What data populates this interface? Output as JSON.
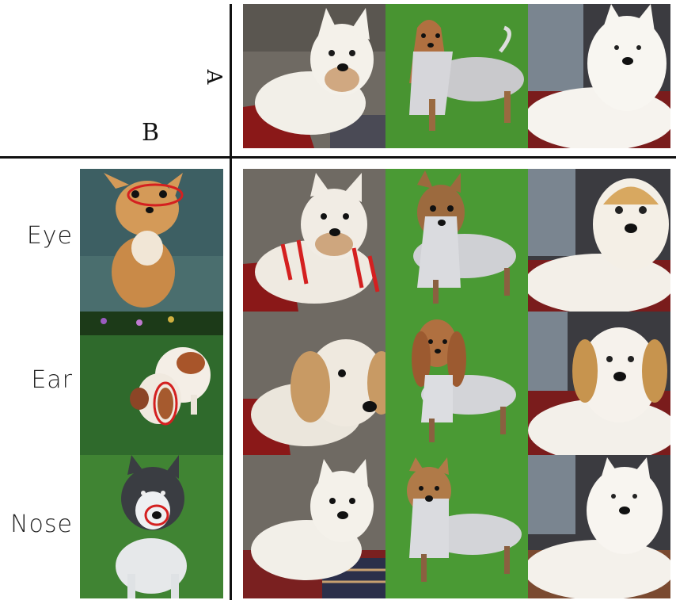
{
  "axis_labels": {
    "column_axis": "A",
    "row_axis": "B"
  },
  "rows": [
    {
      "label": "Eye",
      "marker": "eye"
    },
    {
      "label": "Ear",
      "marker": "ear"
    },
    {
      "label": "Nose",
      "marker": "nose"
    }
  ],
  "colors": {
    "marker": "#d42020",
    "grass": "#3f8a2c",
    "rug": "#9b1c1c"
  }
}
